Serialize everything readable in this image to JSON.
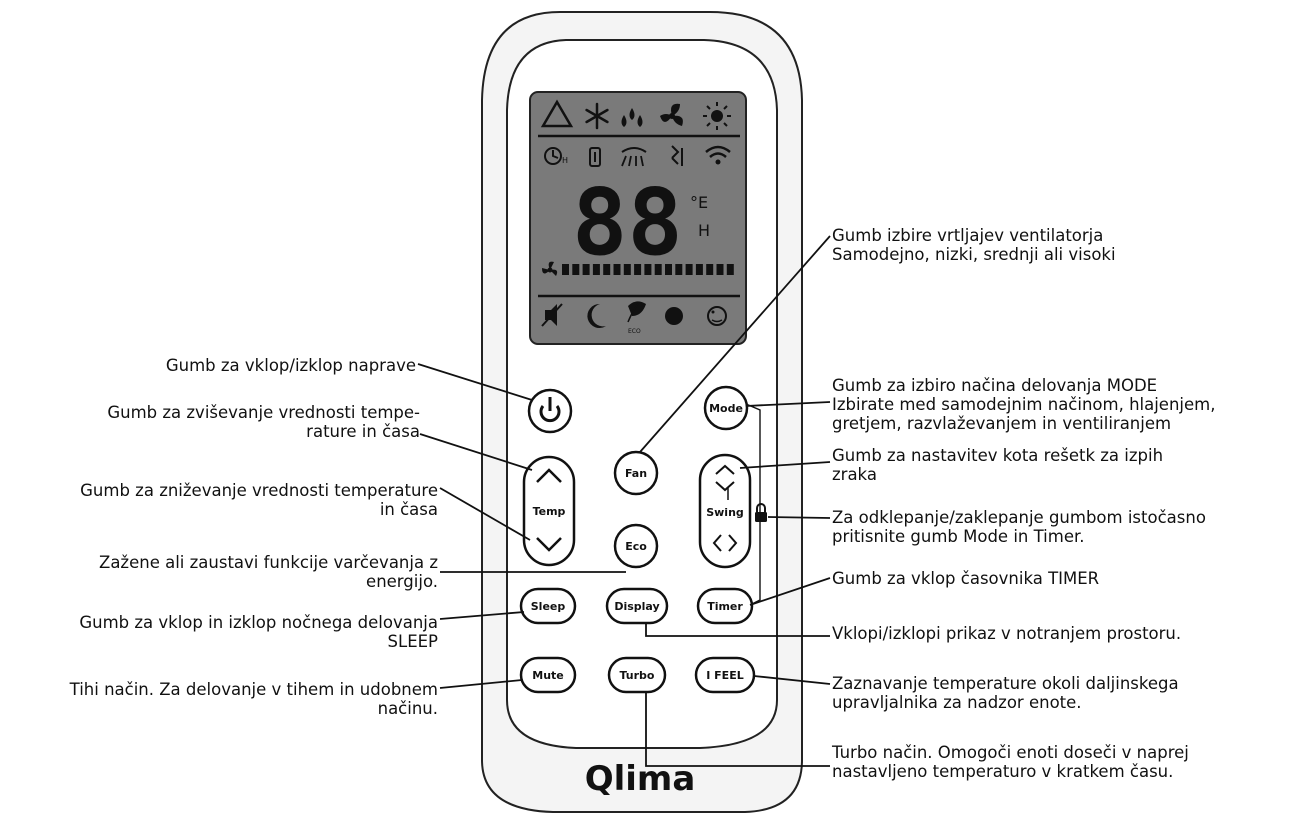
{
  "remote": {
    "brand": "Qlima",
    "display": {
      "digits": "88",
      "unit_top": "°E",
      "unit_bottom": "H",
      "eco_small": "ECO"
    },
    "buttons": {
      "fan": "Fan",
      "mode": "Mode",
      "temp": "Temp",
      "swing": "Swing",
      "eco": "Eco",
      "sleep": "Sleep",
      "display": "Display",
      "timer": "Timer",
      "mute": "Mute",
      "turbo": "Turbo",
      "ifeel": "I FEEL"
    }
  },
  "callouts": {
    "power": {
      "lines": [
        "Gumb za vklop/izklop naprave"
      ]
    },
    "temp_up": {
      "lines": [
        "Gumb za zviševanje vrednosti tempe-",
        "rature in časa"
      ]
    },
    "temp_down": {
      "lines": [
        "Gumb za zniževanje vrednosti temperature",
        "in časa"
      ]
    },
    "eco": {
      "lines": [
        "Zažene ali zaustavi funkcije varčevanja z",
        "energijo."
      ]
    },
    "sleep": {
      "lines": [
        "Gumb za vklop in izklop nočnega delovanja",
        "SLEEP"
      ]
    },
    "mute": {
      "lines": [
        "Tihi način. Za delovanje v tihem in udobnem",
        "načinu."
      ]
    },
    "fan": {
      "lines": [
        "Gumb izbire vrtljajev ventilatorja",
        "Samodejno, nizki, srednji ali visoki"
      ]
    },
    "mode": {
      "lines": [
        "Gumb za izbiro načina delovanja MODE",
        "Izbirate med samodejnim načinom, hlajenjem,",
        "gretjem, razvlaževanjem in ventiliranjem"
      ]
    },
    "swing": {
      "lines": [
        "Gumb za nastavitev kota rešetk za izpih",
        "zraka"
      ]
    },
    "lock": {
      "lines": [
        "Za odklepanje/zaklepanje gumbom istočasno",
        "pritisnite gumb Mode in Timer."
      ]
    },
    "timer": {
      "lines": [
        "Gumb za vklop časovnika TIMER"
      ]
    },
    "display": {
      "lines": [
        "Vklopi/izklopi prikaz v notranjem prostoru."
      ]
    },
    "ifeel": {
      "lines": [
        "Zaznavanje temperature okoli daljinskega",
        "upravljalnika za nadzor enote."
      ]
    },
    "turbo": {
      "lines": [
        "Turbo način. Omogoči enoti doseči v naprej",
        "nastavljeno temperaturo v kratkem času."
      ]
    }
  }
}
